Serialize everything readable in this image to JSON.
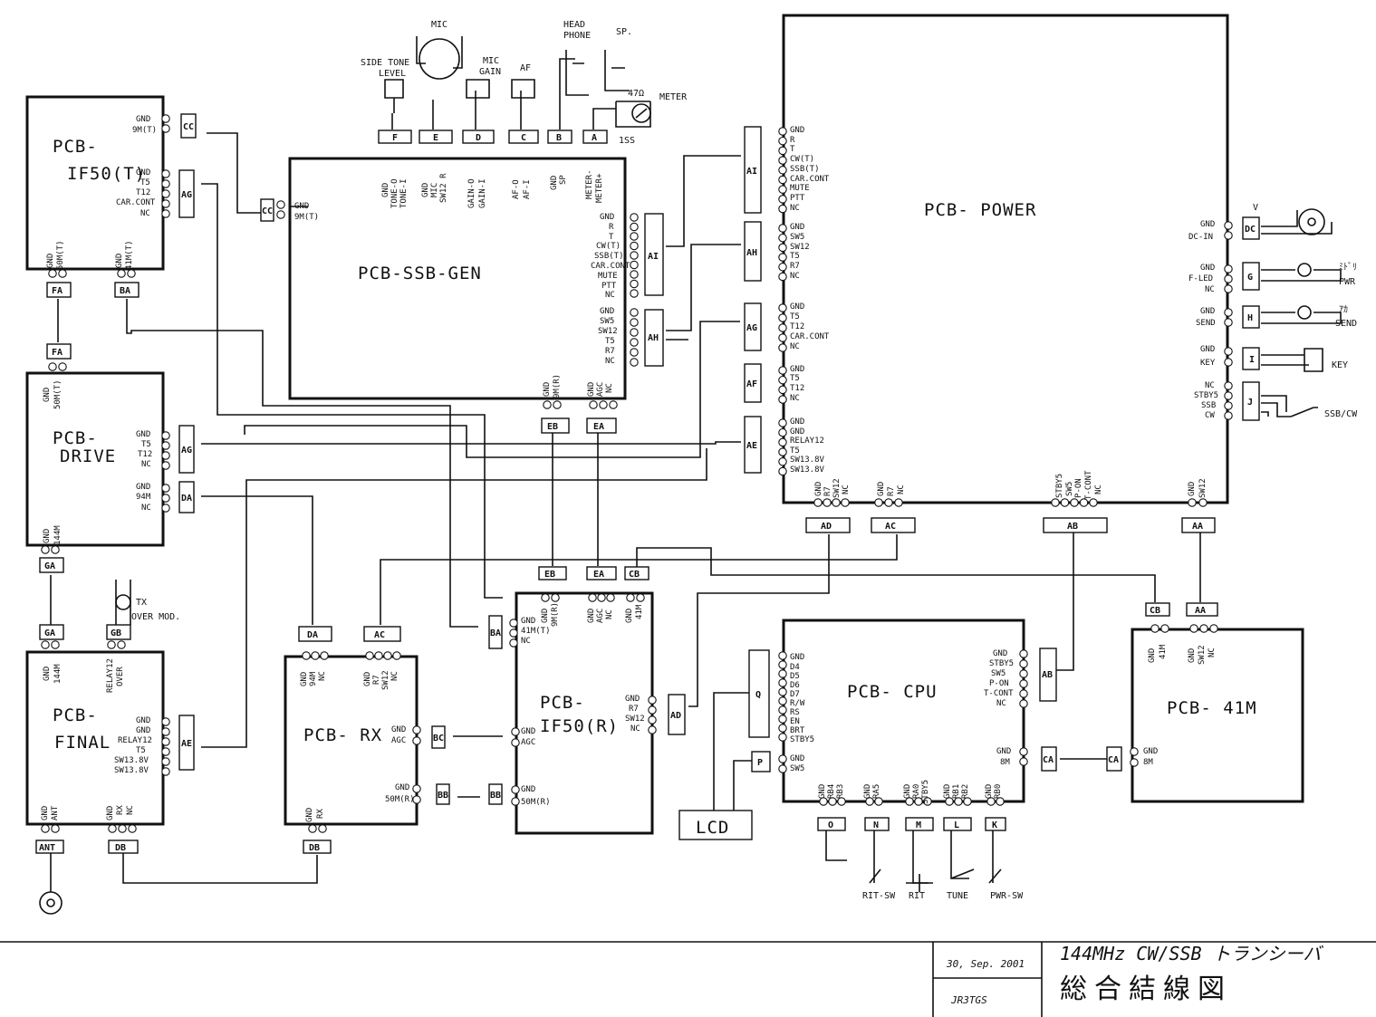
{
  "boards": {
    "if50t": [
      "PCB-",
      "IF50(T)"
    ],
    "drive": [
      "PCB-",
      "DRIVE"
    ],
    "final": [
      "PCB-",
      "FINAL"
    ],
    "ssb_gen": "PCB-SSB-GEN",
    "power": "PCB- POWER",
    "rx": "PCB- RX",
    "if50r": [
      "PCB-",
      "IF50(R)"
    ],
    "cpu": "PCB- CPU",
    "m41": "PCB- 41M",
    "lcd": "LCD"
  },
  "panel": {
    "mic": "MIC",
    "side_tone": [
      "SIDE TONE",
      "LEVEL"
    ],
    "mic_gain": [
      "MIC",
      "GAIN"
    ],
    "af": "AF",
    "headphone": [
      "HEAD",
      "PHONE"
    ],
    "sp": "SP.",
    "meter": "METER",
    "meter_r1": "47Ω",
    "meter_d1": "1SS"
  },
  "connectors": {
    "F": "F",
    "E": "E",
    "D": "D",
    "C": "C",
    "B": "B",
    "A": "A",
    "FA": "FA",
    "BA": "BA",
    "GA": "GA",
    "GB": "GB",
    "DA": "DA",
    "DB": "DB",
    "ANT": "ANT",
    "EB": "EB",
    "EA": "EA",
    "CB": "CB",
    "AC": "AC",
    "AD": "AD",
    "AB": "AB",
    "AA": "AA",
    "AE": "AE",
    "AF": "AF",
    "AG": "AG",
    "AH": "AH",
    "AI": "AI",
    "BB": "BB",
    "BC": "BC",
    "CA": "CA",
    "CC": "CC",
    "DC": "DC",
    "G": "G",
    "H": "H",
    "I": "I",
    "J": "J",
    "K": "K",
    "L": "L",
    "M": "M",
    "N": "N",
    "O": "O",
    "P": "P",
    "Q": "Q"
  },
  "signals": {
    "if50t_cc": [
      "GND",
      "9M(T)"
    ],
    "if50t_ag": [
      "GND",
      "T5",
      "T12",
      "CAR.CONT",
      "NC"
    ],
    "if50t_bottom": [
      "GND",
      "50M(T)",
      "GND",
      "41M(T)"
    ],
    "cc_mid": [
      "GND",
      "9M(T)"
    ],
    "panel_F": [
      "GND",
      "TONE-O",
      "TONE-I"
    ],
    "panel_E": [
      "GND",
      "MIC",
      "SW12 R"
    ],
    "panel_D": [
      "GAIN-O",
      "GAIN-I"
    ],
    "panel_C": [
      "AF-O",
      "AF-I"
    ],
    "panel_B": [
      "GND",
      "SP"
    ],
    "panel_A": [
      "METER-",
      "METER+"
    ],
    "ssb_ai": [
      "GND",
      "R",
      "T",
      "CW(T)",
      "SSB(T)",
      "CAR.CONT",
      "MUTE",
      "PTT",
      "NC"
    ],
    "ssb_ah": [
      "GND",
      "SW5",
      "SW12",
      "T5",
      "R7",
      "NC"
    ],
    "ssb_bottom_eb": [
      "GND",
      "9M(R)"
    ],
    "ssb_bottom_ea": [
      "GND",
      "AGC",
      "NC"
    ],
    "power_ai": [
      "GND",
      "R",
      "T",
      "CW(T)",
      "SSB(T)",
      "CAR.CONT",
      "MUTE",
      "PTT",
      "NC"
    ],
    "power_ah": [
      "GND",
      "SW5",
      "SW12",
      "T5",
      "R7",
      "NC"
    ],
    "power_ag": [
      "GND",
      "T5",
      "T12",
      "CAR.CONT",
      "NC"
    ],
    "power_af": [
      "GND",
      "T5",
      "T12",
      "NC"
    ],
    "power_ae": [
      "GND",
      "GND",
      "RELAY12",
      "T5",
      "SW13.8V",
      "SW13.8V"
    ],
    "power_ad": [
      "GND",
      "R7",
      "SW12",
      "NC"
    ],
    "power_ac": [
      "GND",
      "R7",
      "NC"
    ],
    "power_ab": [
      "STBY5",
      "SW5",
      "P-ON",
      "T-CONT",
      "NC"
    ],
    "power_aa": [
      "GND",
      "SW12"
    ],
    "power_dc": [
      "GND",
      "DC-IN"
    ],
    "power_g": [
      "GND",
      "F-LED",
      "NC"
    ],
    "power_h": [
      "GND",
      "SEND"
    ],
    "power_i": [
      "GND",
      "KEY"
    ],
    "power_j": [
      "NC",
      "STBY5",
      "SSB",
      "CW"
    ],
    "drive_ag": [
      "GND",
      "T5",
      "T12",
      "NC"
    ],
    "drive_da": [
      "GND",
      "94M",
      "NC"
    ],
    "drive_top": [
      "GND",
      "50M(T)"
    ],
    "drive_bottom": [
      "GND",
      "144M"
    ],
    "final_top_ga": [
      "GND",
      "144M"
    ],
    "final_top_gb": [
      "RELAY12",
      "OVER"
    ],
    "final_ae": [
      "GND",
      "GND",
      "RELAY12",
      "T5",
      "SW13.8V",
      "SW13.8V"
    ],
    "final_bottom": [
      "GND",
      "ANT",
      "GND",
      "RX",
      "NC"
    ],
    "rx_da": [
      "GND",
      "94M",
      "NC"
    ],
    "rx_ac": [
      "GND",
      "R7",
      "SW12",
      "NC"
    ],
    "rx_bc": [
      "GND",
      "AGC"
    ],
    "rx_bb": [
      "GND",
      "50M(R)"
    ],
    "rx_bottom": [
      "GND",
      "RX"
    ],
    "if50r_ba": [
      "GND",
      "41M(T)",
      "NC"
    ],
    "if50r_top": [
      "GND",
      "9M(R)",
      "GND",
      "AGC",
      "NC",
      "GND",
      "41M"
    ],
    "if50r_bc": [
      "GND",
      "AGC"
    ],
    "if50r_bb": [
      "GND",
      "50M(R)"
    ],
    "if50r_ad": [
      "GND",
      "R7",
      "SW12",
      "NC"
    ],
    "cpu_q": [
      "GND",
      "D4",
      "D5",
      "D6",
      "D7",
      "R/W",
      "RS",
      "EN",
      "BRT",
      "STBY5"
    ],
    "cpu_p": [
      "GND",
      "SW5"
    ],
    "cpu_ab": [
      "GND",
      "STBY5",
      "SW5",
      "P-ON",
      "T-CONT",
      "NC"
    ],
    "cpu_ca": [
      "GND",
      "8M"
    ],
    "cpu_O": [
      "GND",
      "RB4",
      "RB3"
    ],
    "cpu_N": [
      "GND",
      "RA5"
    ],
    "cpu_M": [
      "GND",
      "RA0",
      "STBY5"
    ],
    "cpu_L": [
      "GND",
      "RB1",
      "RB2"
    ],
    "cpu_K": [
      "GND",
      "RB0"
    ],
    "m41_top": [
      "GND",
      "41M",
      "GND",
      "SW12",
      "NC"
    ],
    "m41_ca": [
      "GND",
      "8M"
    ]
  },
  "labels": {
    "rit_sw": "RIT-SW",
    "rit": "RIT",
    "tune": "TUNE",
    "pwr_sw": "PWR-SW",
    "tx_over_mod": [
      "TX",
      "OVER MOD."
    ],
    "led_pwr": [
      "ﾐﾄﾞﾘ",
      "PWR"
    ],
    "led_send": [
      "ｱｶ",
      "SEND"
    ],
    "key": "KEY",
    "ssb_cw": "SSB/CW",
    "v": "V"
  },
  "title_block": {
    "date": "30, Sep. 2001",
    "author": "JR3TGS",
    "title": "144MHz CW/SSB トランシーバ",
    "subtitle": "総合結線図"
  }
}
